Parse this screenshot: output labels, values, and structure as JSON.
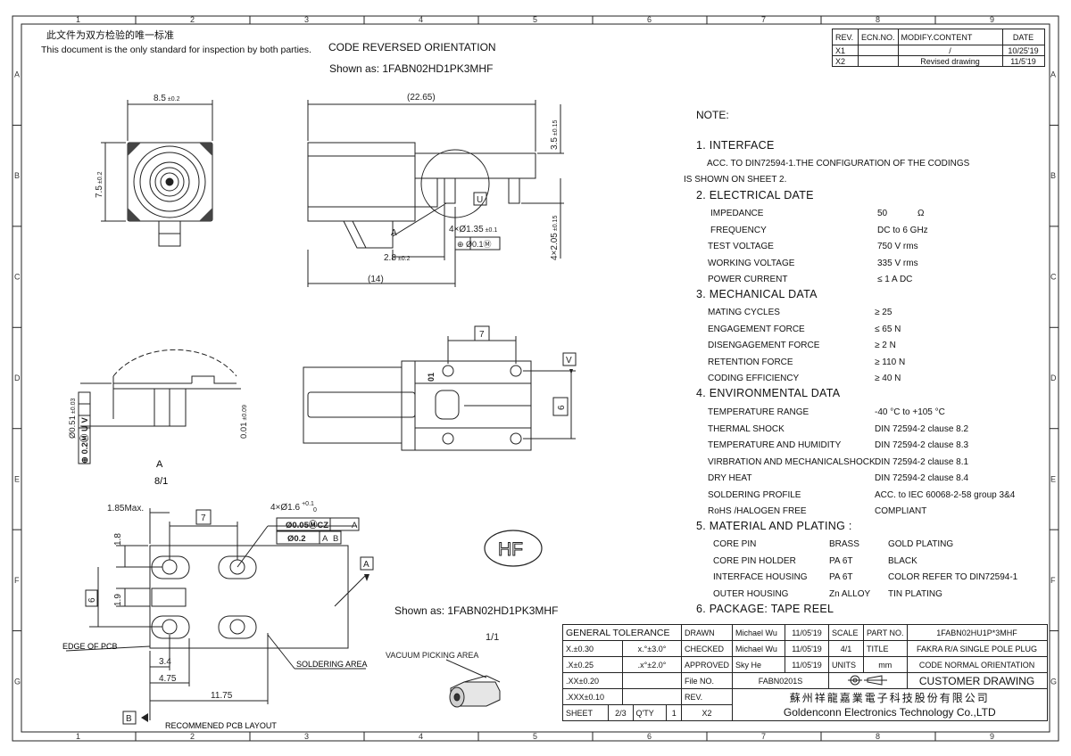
{
  "header": {
    "cn_note": "此文件为双方检验的唯一标准",
    "en_note": "This document is the only standard for inspection by both parties.",
    "code_reversed": "CODE REVERSED ORIENTATION",
    "shown_as_top": "Shown as: 1FABN02HD1PK3MHF",
    "shown_as_bottom": "Shown as: 1FABN02HD1PK3MHF"
  },
  "border": {
    "columns": [
      "1",
      "2",
      "3",
      "4",
      "5",
      "6",
      "7",
      "8",
      "9"
    ],
    "rows": [
      "A",
      "B",
      "C",
      "D",
      "E",
      "F",
      "G"
    ]
  },
  "revision": {
    "headers": [
      "REV.",
      "ECN.NO.",
      "MODIFY.CONTENT",
      "DATE"
    ],
    "rows": [
      {
        "rev": "X1",
        "ecn": "",
        "content": "/",
        "date": "10/25'19"
      },
      {
        "rev": "X2",
        "ecn": "",
        "content": "Revised drawing",
        "date": "11/5'19"
      }
    ]
  },
  "dims": {
    "d8_5": "8.5",
    "d8_5_tol": "±0.2",
    "d7_5": "7.5",
    "d7_5_tol": "±0.2",
    "d22_65": "(22.65)",
    "d3_5": "3.5",
    "d3_5_tol": "±0.15",
    "d4x2_05": "4×2.05",
    "d4x2_05_tol": "±0.15",
    "d4x1_35": "4×Ø1.35",
    "d4x1_35_tol": "±0.1",
    "fcf_01": "⊕ Ø0.1Ⓜ",
    "d2_8": "2.8",
    "d2_8_tol": "±0.2",
    "d14": "(14)",
    "label_U": "U",
    "label_A": "A",
    "d7_top": "7",
    "d6_right": "6",
    "label_V": "V",
    "pin_01": "01",
    "d0_51": "Ø0.51",
    "d0_51_tol": "±0.03",
    "fcf_02uv": "⊕ 0.2Ⓜ U V",
    "d0_01": "0.01",
    "d0_01_tol": "±0.09",
    "detail_A": "A",
    "detail_scale": "8/1",
    "d1_85": "1.85Max.",
    "d7_pcb": "7",
    "d4x1_6": "4×Ø1.6",
    "d4x1_6_tol_up": "+0.1",
    "d4x1_6_tol_dn": "0",
    "fcf_005": "Ø0.05ⓂCZ",
    "fcf_005_ref": "A",
    "fcf_02": "Ø0.2",
    "fcf_02_ref1": "A",
    "fcf_02_ref2": "B",
    "d1_8": "1.8",
    "d1_9": "1.9",
    "d6_pcb": "6",
    "d3_4": "3.4",
    "d4_75": "4.75",
    "d11_75": "11.75",
    "label_A_pcb": "A",
    "label_B_pcb": "B",
    "edge_of_pcb": "EDGE OF PCB",
    "soldering_area": "SOLDERING AREA",
    "pcb_layout": "RECOMMENED PCB LAYOUT",
    "vacuum": "VACUUM PICKING AREA",
    "scale_11": "1/1",
    "hf": "HF"
  },
  "notes": {
    "title": "NOTE:",
    "s1": "1. INTERFACE",
    "s1_l1": "ACC. TO DIN72594-1.THE CONFIGURATION OF THE CODINGS",
    "s1_l2": "IS SHOWN ON SHEET 2.",
    "s2": "2. ELECTRICAL DATE",
    "electrical": [
      {
        "k": "IMPEDANCE",
        "v": "50",
        "u": "Ω"
      },
      {
        "k": "FREQUENCY",
        "v": "DC to 6 GHz",
        "u": ""
      },
      {
        "k": "TEST VOLTAGE",
        "v": "750 V rms",
        "u": ""
      },
      {
        "k": "WORKING VOLTAGE",
        "v": "335 V rms",
        "u": ""
      },
      {
        "k": "POWER CURRENT",
        "v": "≤ 1 A DC",
        "u": ""
      }
    ],
    "s3": "3. MECHANICAL DATA",
    "mechanical": [
      {
        "k": "MATING CYCLES",
        "v": "≥ 25"
      },
      {
        "k": "ENGAGEMENT FORCE",
        "v": "≤ 65 N"
      },
      {
        "k": "DISENGAGEMENT FORCE",
        "v": "≥ 2 N"
      },
      {
        "k": "RETENTION FORCE",
        "v": "≥ 110 N"
      },
      {
        "k": "CODING EFFICIENCY",
        "v": "≥ 40 N"
      }
    ],
    "s4": "4. ENVIRONMENTAL DATA",
    "environmental": [
      {
        "k": "TEMPERATURE RANGE",
        "v": "-40 °C to +105 °C"
      },
      {
        "k": "THERMAL SHOCK",
        "v": "DIN 72594-2 clause 8.2"
      },
      {
        "k": "TEMPERATURE AND HUMIDITY",
        "v": "DIN 72594-2 clause 8.3"
      },
      {
        "k": "VIRBRATION AND MECHANICALSHOCK",
        "v": "DIN 72594-2 clause 8.1"
      },
      {
        "k": "DRY HEAT",
        "v": "DIN 72594-2 clause 8.4"
      },
      {
        "k": "SOLDERING PROFILE",
        "v": "ACC. to IEC 60068-2-58 group 3&4"
      },
      {
        "k": "RoHS  /HALOGEN FREE",
        "v": "COMPLIANT"
      }
    ],
    "s5": "5. MATERIAL AND PLATING :",
    "materials": [
      {
        "part": "CORE PIN",
        "mat": "BRASS",
        "plating": "GOLD PLATING"
      },
      {
        "part": "CORE PIN HOLDER",
        "mat": "PA 6T",
        "plating": "BLACK"
      },
      {
        "part": "INTERFACE HOUSING",
        "mat": "PA 6T",
        "plating": "COLOR REFER TO DIN72594-1"
      },
      {
        "part": "OUTER  HOUSING",
        "mat": "Zn ALLOY",
        "plating": "TIN PLATING"
      }
    ],
    "s6": "6. PACKAGE:   TAPE REEL"
  },
  "title_block": {
    "general_tolerance": "GENERAL TOLERANCE",
    "tol_x": "X.±0.30",
    "tol_xx": ".X±0.25",
    "tol_xxx": ".XX±0.20",
    "tol_xxxx": ".XXX±0.10",
    "tol_ang1": "x.°±3.0°",
    "tol_ang2": ".x°±2.0°",
    "drawn": "DRAWN",
    "checked": "CHECKED",
    "approved": "APPROVED",
    "file_no": "File NO.",
    "rev": "REV.",
    "sheet": "SHEET",
    "sheet_val": "2/3",
    "qty": "Q'TY",
    "qty_val": "1",
    "rev_val": "X2",
    "drawn_by": "Michael Wu",
    "drawn_date": "11/05'19",
    "checked_by": "Michael Wu",
    "checked_date": "11/05'19",
    "approved_by": "Sky He",
    "approved_date": "11/05'19",
    "scale": "SCALE",
    "scale_val": "4/1",
    "units": "UNITS",
    "units_val": "mm",
    "part_no": "PART NO.",
    "part_no_val": "1FABN02HU1P*3MHF",
    "title": "TITLE",
    "title_l1": "FAKRA R/A SINGLE POLE PLUG",
    "title_l2": "CODE NORMAL ORIENTATION",
    "file_no_val": "FABN0201S",
    "customer_drawing": "CUSTOMER DRAWING",
    "company_cn": "蘇州祥龍嘉業電子科技股份有限公司",
    "company_en": "Goldenconn Electronics Technology Co.,LTD"
  }
}
